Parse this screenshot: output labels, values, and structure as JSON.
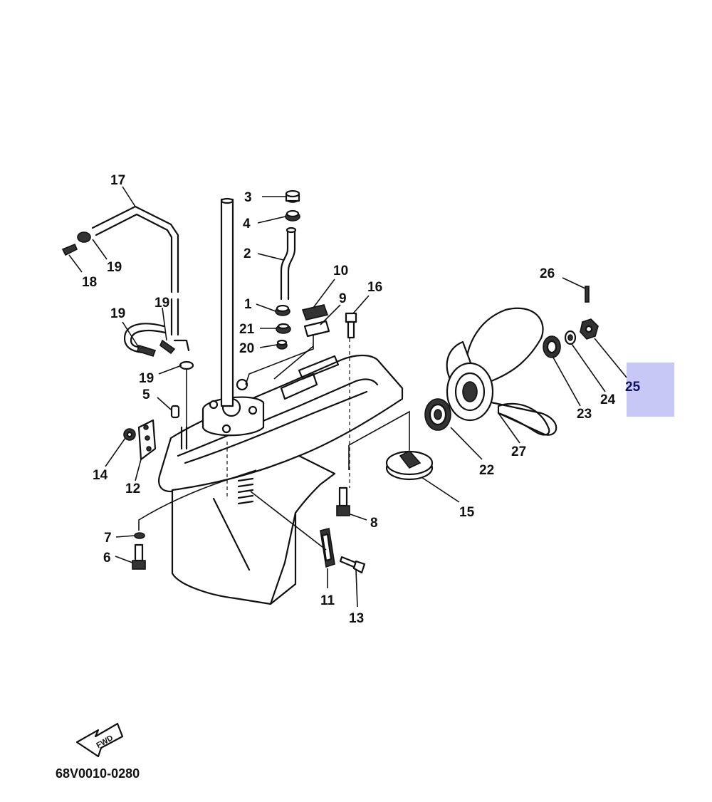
{
  "diagram": {
    "code": "68V0010-0280",
    "fwd_label": "FWD",
    "highlight_color": "#c8c8f7",
    "selected_part": "25",
    "callouts": {
      "p1": "1",
      "p2": "2",
      "p3": "3",
      "p4": "4",
      "p5": "5",
      "p6": "6",
      "p7": "7",
      "p8": "8",
      "p9": "9",
      "p10": "10",
      "p11": "11",
      "p12": "12",
      "p13": "13",
      "p14": "14",
      "p15": "15",
      "p16": "16",
      "p17": "17",
      "p18": "18",
      "p19a": "19",
      "p19b": "19",
      "p19c": "19",
      "p19d": "19",
      "p20": "20",
      "p21": "21",
      "p22": "22",
      "p23": "23",
      "p24": "24",
      "p25": "25",
      "p26": "26",
      "p27": "27"
    }
  }
}
